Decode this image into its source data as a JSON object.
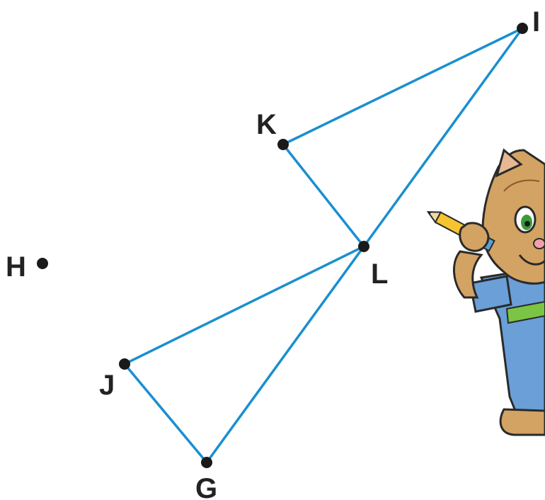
{
  "diagram": {
    "points": [
      {
        "id": "I",
        "label": "I"
      },
      {
        "id": "K",
        "label": "K"
      },
      {
        "id": "L",
        "label": "L"
      },
      {
        "id": "H",
        "label": "H"
      },
      {
        "id": "J",
        "label": "J"
      },
      {
        "id": "G",
        "label": "G"
      }
    ],
    "segments": [
      [
        "I",
        "K"
      ],
      [
        "K",
        "L"
      ],
      [
        "L",
        "I"
      ],
      [
        "L",
        "J"
      ],
      [
        "J",
        "G"
      ],
      [
        "G",
        "L"
      ]
    ],
    "colors": {
      "segment": "#1a8fd0",
      "point": "#1a1a1a",
      "label": "#222222"
    },
    "character": {
      "icon": "cat-holding-pencil"
    }
  }
}
